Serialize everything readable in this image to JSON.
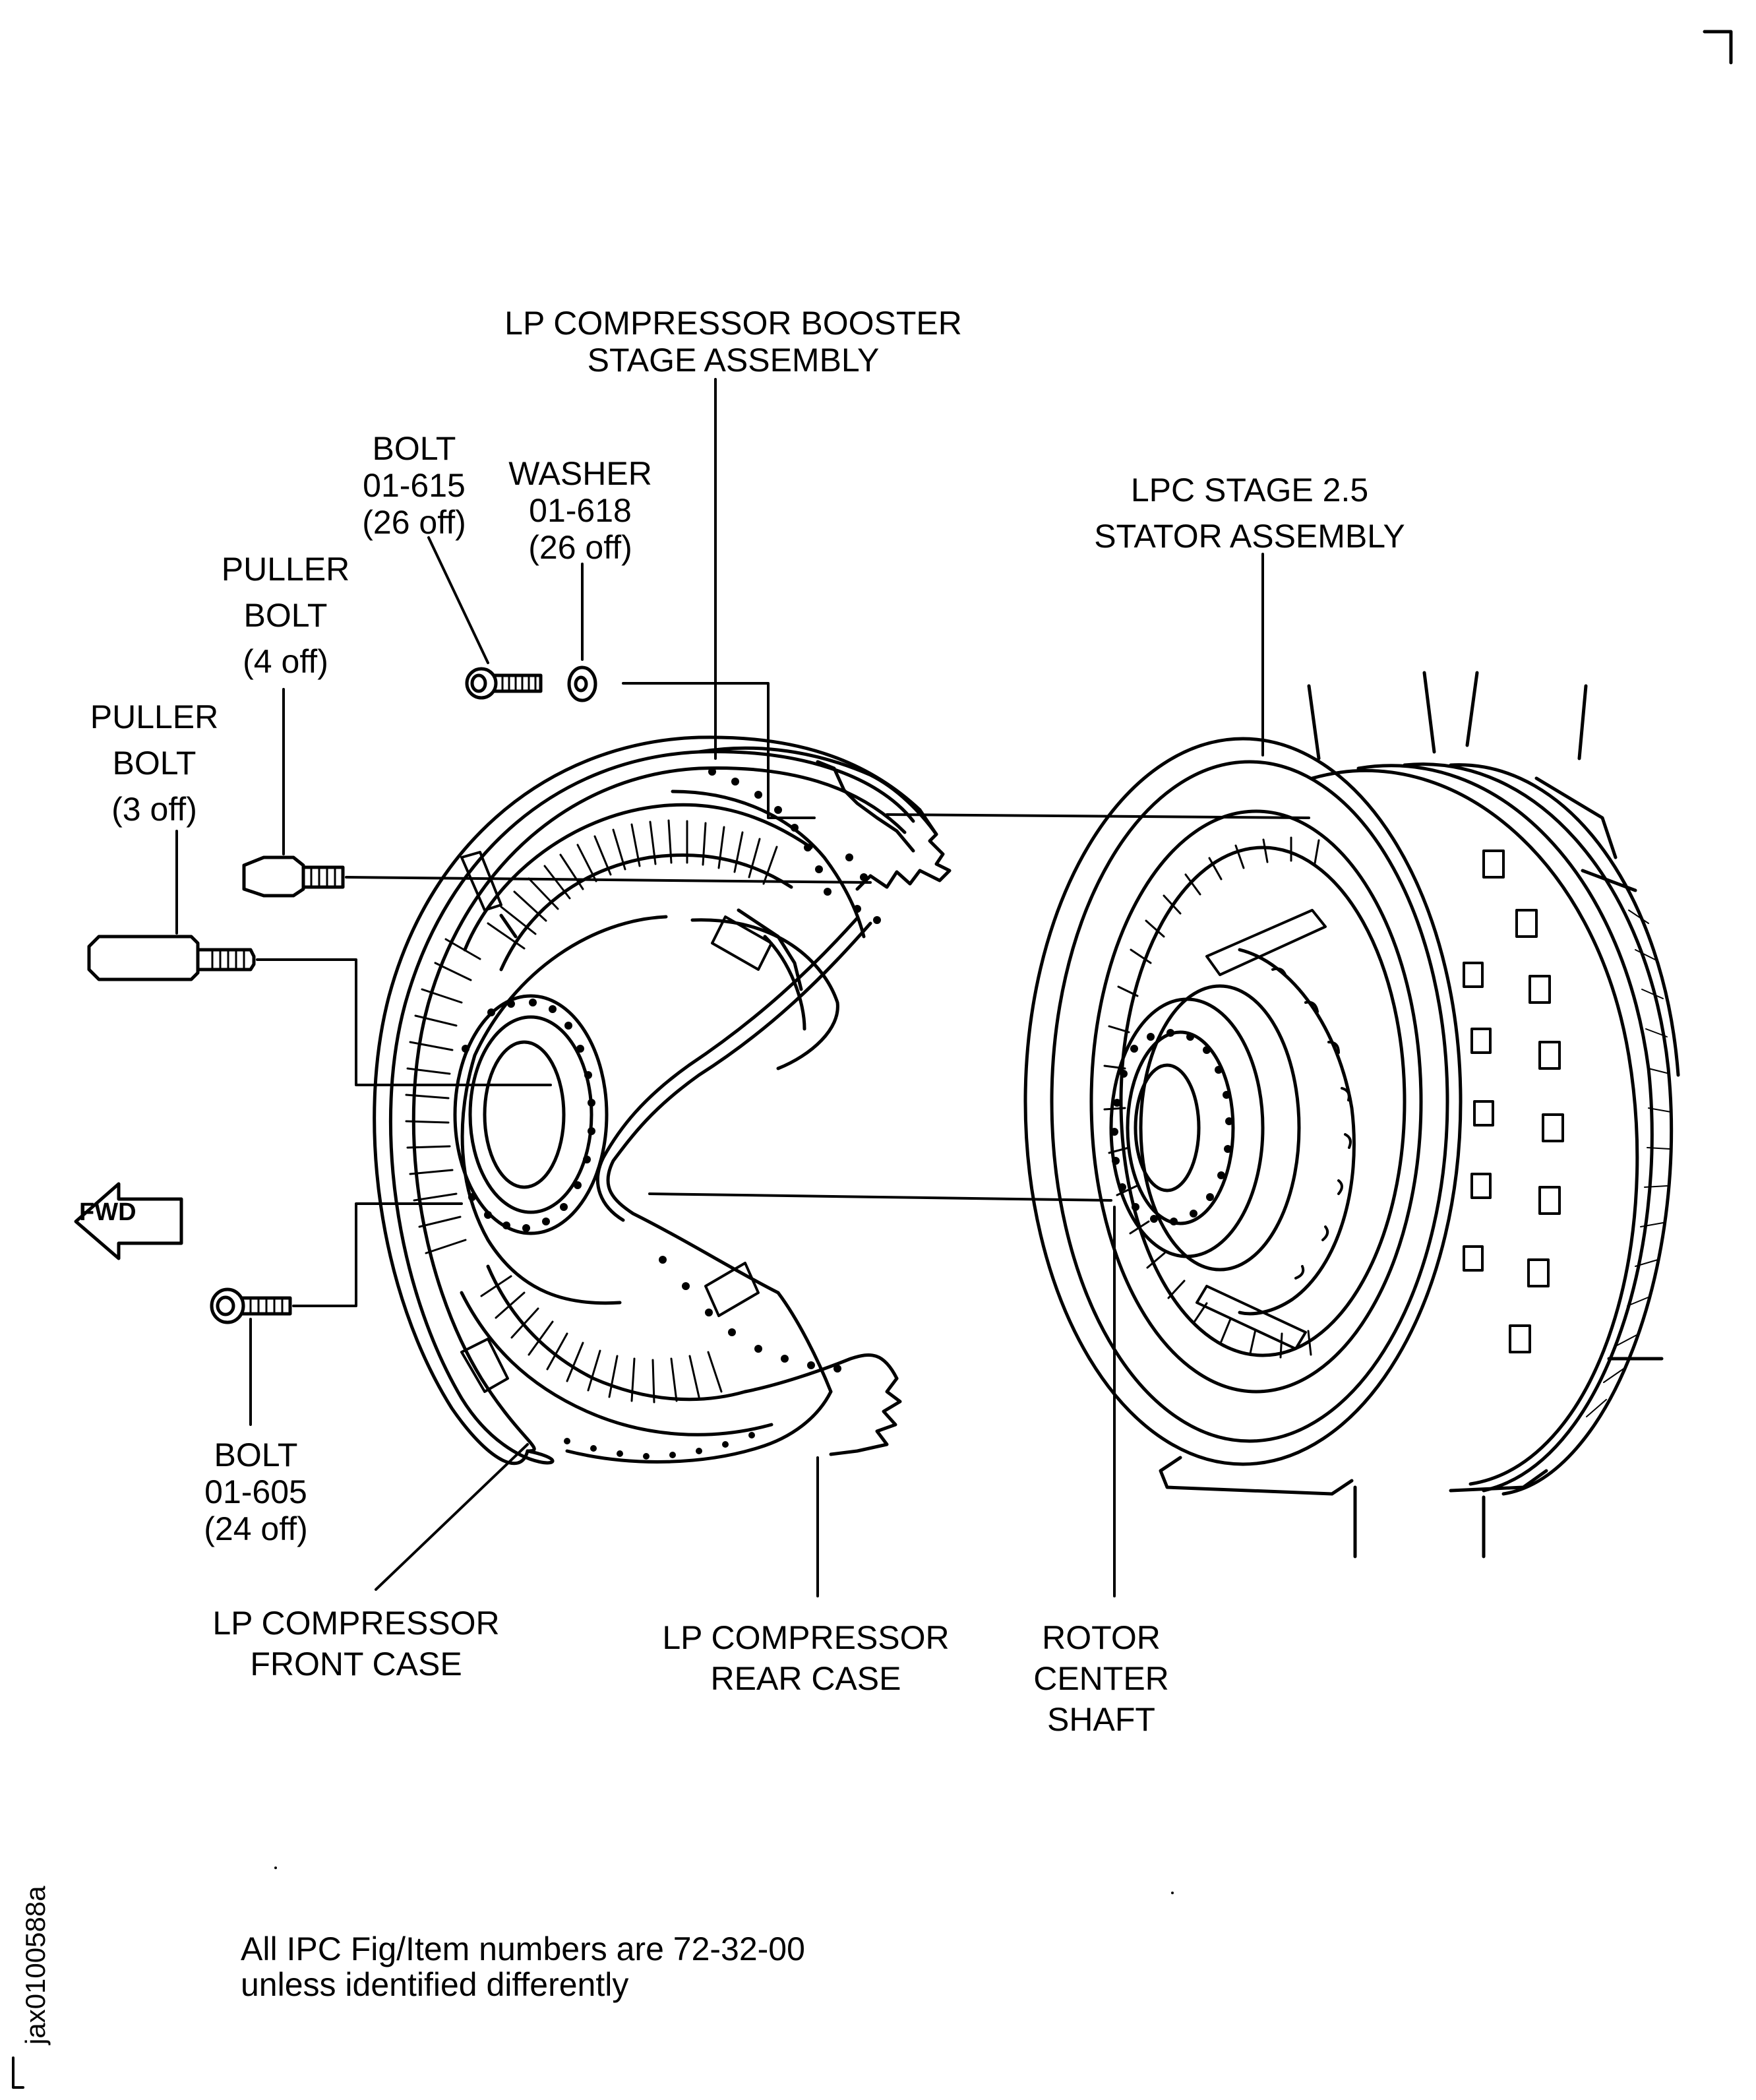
{
  "labels": {
    "booster": [
      "LP COMPRESSOR BOOSTER",
      "STAGE ASSEMBLY"
    ],
    "bolt_615": [
      "BOLT",
      "01-615",
      "(26 off)"
    ],
    "washer_618": [
      "WASHER",
      "01-618",
      "(26 off)"
    ],
    "puller_bolt_4": [
      "PULLER",
      "BOLT",
      "(4 off)"
    ],
    "puller_bolt_3": [
      "PULLER",
      "BOLT",
      "(3 off)"
    ],
    "lpc_stator": [
      "LPC STAGE 2.5",
      "STATOR ASSEMBLY"
    ],
    "bolt_605": [
      "BOLT",
      "01-605",
      "(24 off)"
    ],
    "front_case": [
      "LP COMPRESSOR",
      "FRONT CASE"
    ],
    "rear_case": [
      "LP COMPRESSOR",
      "REAR CASE"
    ],
    "rotor_shaft": [
      "ROTOR",
      "CENTER",
      "SHAFT"
    ],
    "fwd": "FWD"
  },
  "note": [
    "All IPC Fig/Item numbers are 72-32-00",
    "unless identified differently"
  ],
  "figure_id": "jax0100588a"
}
